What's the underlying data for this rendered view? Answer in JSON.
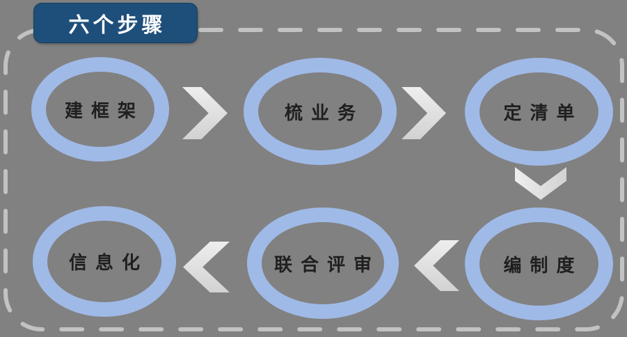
{
  "title": {
    "label": "六个步骤"
  },
  "steps": [
    {
      "id": 1,
      "label": "建框架",
      "row": "top"
    },
    {
      "id": 2,
      "label": "梳业务",
      "row": "top"
    },
    {
      "id": 3,
      "label": "定清单",
      "row": "top"
    },
    {
      "id": 4,
      "label": "编制度",
      "row": "bottom"
    },
    {
      "id": 5,
      "label": "联合评审",
      "row": "bottom"
    },
    {
      "id": 6,
      "label": "信息化",
      "row": "bottom"
    }
  ],
  "flow": [
    {
      "from": "建框架",
      "to": "梳业务",
      "direction": "right"
    },
    {
      "from": "梳业务",
      "to": "定清单",
      "direction": "right"
    },
    {
      "from": "定清单",
      "to": "编制度",
      "direction": "down"
    },
    {
      "from": "编制度",
      "to": "联合评审",
      "direction": "left"
    },
    {
      "from": "联合评审",
      "to": "信息化",
      "direction": "left"
    }
  ],
  "colors": {
    "background": "#818181",
    "badge_fill": "#1e4f7a",
    "badge_text": "#ffffff",
    "ring": "#a0bae7",
    "step_text": "#1f1f1f",
    "arrow_fill": "#dcdcdc",
    "dashed_border": "#c2c2c2"
  }
}
